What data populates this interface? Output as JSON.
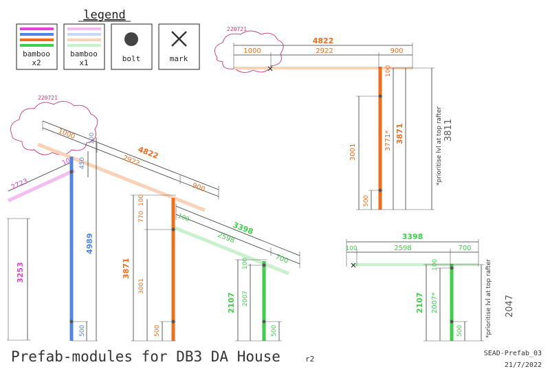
{
  "colors": {
    "magenta": "#e83fd6",
    "blue": "#4e86e4",
    "orange": "#f26d1b",
    "green": "#3fd04a",
    "mag_pale": "#f3bdf0",
    "blue_pale": "#c5d8f6",
    "orange_pale": "#f9d2b8",
    "green_pale": "#c8f1cc",
    "cloud": "#c8377a",
    "dim": "#333333"
  },
  "legend": {
    "title": "legend",
    "items": [
      {
        "line1": "bamboo",
        "line2": "x2"
      },
      {
        "line1": "bamboo",
        "line2": "x1"
      },
      {
        "line1": "bolt",
        "line2": ""
      },
      {
        "line1": "mark",
        "line2": ""
      }
    ]
  },
  "rev_clouds": [
    "220721",
    "220721"
  ],
  "main": {
    "top_total": "4822",
    "top_left": "1000",
    "top_mid": "2922",
    "top_right": "900",
    "top_side": "100",
    "purple_len": "2723",
    "small_100": "100",
    "small_450": "450",
    "magenta_h": "3253",
    "blue_h": "4989",
    "blue_base": "500",
    "orange_total": "3871",
    "orange_top": "100",
    "orange_770": "770",
    "orange_3001": "3001",
    "orange_base": "500",
    "green_beam_total": "3398",
    "green_beam_left": "100",
    "green_beam_mid": "2598",
    "green_beam_right": "700",
    "green_total": "2107",
    "green_top": "100",
    "green_2007": "2007",
    "green_base": "500"
  },
  "right_top": {
    "beam_total": "4822",
    "beam_left": "1000",
    "beam_mid": "2922",
    "beam_right": "900",
    "post_top": "100",
    "post_3001": "3001",
    "post_3771": "3771*",
    "post_total": "3871",
    "post_base": "500",
    "note": "*prioritise lvl at top rafter",
    "note_value": "3811"
  },
  "right_bottom": {
    "beam_total": "3398",
    "beam_left": "100",
    "beam_mid": "2598",
    "beam_right": "700",
    "post_top": "100",
    "post_2007": "2007*",
    "post_total": "2107",
    "post_base": "500",
    "note": "*prioritise lvl at top rafter",
    "note_value": "2047"
  },
  "title": {
    "main": "Prefab-modules for DB3 DA House",
    "rev": "r2",
    "code": "SEAD-Prefab_03",
    "date": "21/7/2022"
  }
}
